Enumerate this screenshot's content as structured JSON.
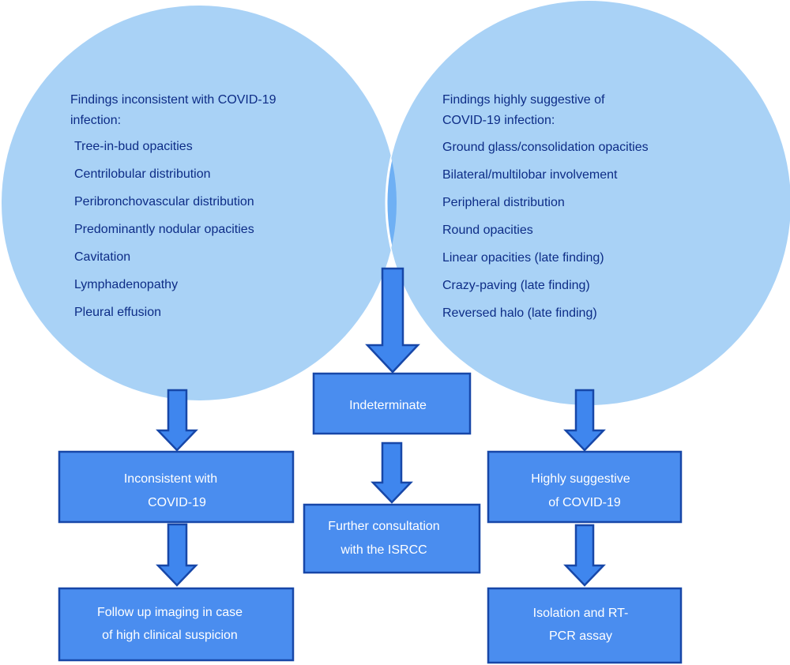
{
  "colors": {
    "circle_fill": "#a9d2f6",
    "overlap_fill": "#6fb0f4",
    "box_fill": "#4a8def",
    "box_stroke": "#1747a8",
    "arrow_fill": "#3f86ee",
    "left_text": "#0d2c86",
    "box_text": "#ffffff"
  },
  "left_circle": {
    "heading": [
      "Findings inconsistent with COVID-19",
      "infection:"
    ],
    "items": [
      "Tree-in-bud opacities",
      "Centrilobular distribution",
      "Peribronchovascular distribution",
      "Predominantly nodular opacities",
      "Cavitation",
      "Lymphadenopathy",
      "Pleural effusion"
    ]
  },
  "right_circle": {
    "heading": [
      "Findings highly suggestive of",
      "COVID-19 infection:"
    ],
    "items": [
      "Ground glass/consolidation opacities",
      "Bilateral/multilobar involvement",
      "Peripheral distribution",
      "Round opacities",
      "Linear opacities (late finding)",
      "Crazy-paving (late finding)",
      "Reversed halo (late finding)"
    ]
  },
  "boxes": {
    "indeterminate": [
      "Indeterminate"
    ],
    "inconsistent": [
      "Inconsistent with",
      "COVID-19"
    ],
    "highly_suggestive": [
      "Highly suggestive",
      "of COVID-19"
    ],
    "follow_up": [
      "Follow up imaging in case",
      "of high clinical suspicion"
    ],
    "further_consultation": [
      "Further consultation",
      "with the ISRCC"
    ],
    "isolation": [
      "Isolation and RT-",
      "PCR assay"
    ]
  }
}
